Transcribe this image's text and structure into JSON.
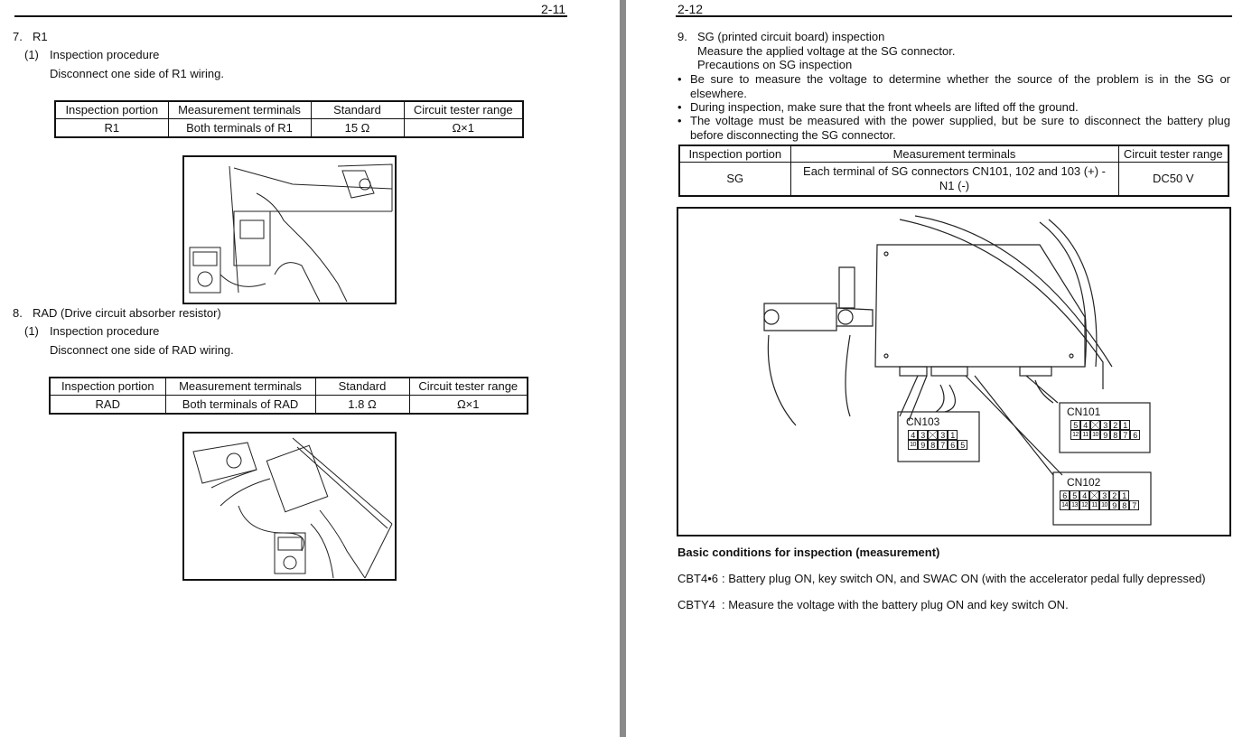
{
  "left_page": {
    "page_number": "2-11",
    "s7": {
      "num": "7.",
      "title": "R1",
      "sub_num": "(1)",
      "sub_title": "Inspection procedure",
      "text": "Disconnect one side of R1 wiring.",
      "table": {
        "headers": [
          "Inspection portion",
          "Measurement terminals",
          "Standard",
          "Circuit tester range"
        ],
        "row": [
          "R1",
          "Both terminals of R1",
          "15 Ω",
          "Ω×1"
        ]
      }
    },
    "s8": {
      "num": "8.",
      "title": "RAD (Drive circuit absorber resistor)",
      "sub_num": "(1)",
      "sub_title": "Inspection procedure",
      "text": "Disconnect one side of RAD wiring.",
      "table": {
        "headers": [
          "Inspection portion",
          "Measurement terminals",
          "Standard",
          "Circuit tester range"
        ],
        "row": [
          "RAD",
          "Both terminals of RAD",
          "1.8 Ω",
          "Ω×1"
        ]
      }
    }
  },
  "right_page": {
    "page_number": "2-12",
    "s9": {
      "num": "9.",
      "title": "SG (printed circuit board) inspection",
      "line1": "Measure the applied voltage at the SG connector.",
      "line2": "Precautions on SG inspection",
      "bullets": [
        "Be sure to measure the voltage to determine whether the source of the problem is in the SG or elsewhere.",
        "During inspection, make sure that the front wheels are lifted off the ground.",
        "The voltage must be measured with the power supplied, but be sure to disconnect the battery plug before disconnecting the SG connector."
      ],
      "table": {
        "headers": [
          "Inspection portion",
          "Measurement terminals",
          "Circuit tester range"
        ],
        "row": [
          "SG",
          "Each terminal of SG connectors CN101, 102 and 103 (+) - N1 (-)",
          "DC50 V"
        ]
      }
    },
    "figure": {
      "cn103": {
        "label": "CN103",
        "top": [
          "4",
          "3",
          "",
          "3",
          "1"
        ],
        "bottom": [
          "10",
          "9",
          "8",
          "7",
          "6",
          "5"
        ]
      },
      "cn101": {
        "label": "CN101",
        "top": [
          "5",
          "4",
          "",
          "3",
          "2",
          "1"
        ],
        "bottom": [
          "12",
          "11",
          "10",
          "9",
          "8",
          "7",
          "6"
        ]
      },
      "cn102": {
        "label": "CN102",
        "top": [
          "6",
          "5",
          "4",
          "",
          "3",
          "2",
          "1"
        ],
        "bottom": [
          "14",
          "13",
          "12",
          "11",
          "10",
          "9",
          "8",
          "7"
        ]
      }
    },
    "conditions": {
      "title": "Basic conditions for inspection (measurement)",
      "items": [
        {
          "key": "CBT4•6",
          "text": ": Battery plug ON, key switch ON, and SWAC ON (with the accelerator pedal fully depressed)"
        },
        {
          "key": "CBTY4",
          "text": ": Measure the voltage with the battery plug ON and key switch ON."
        }
      ]
    }
  }
}
